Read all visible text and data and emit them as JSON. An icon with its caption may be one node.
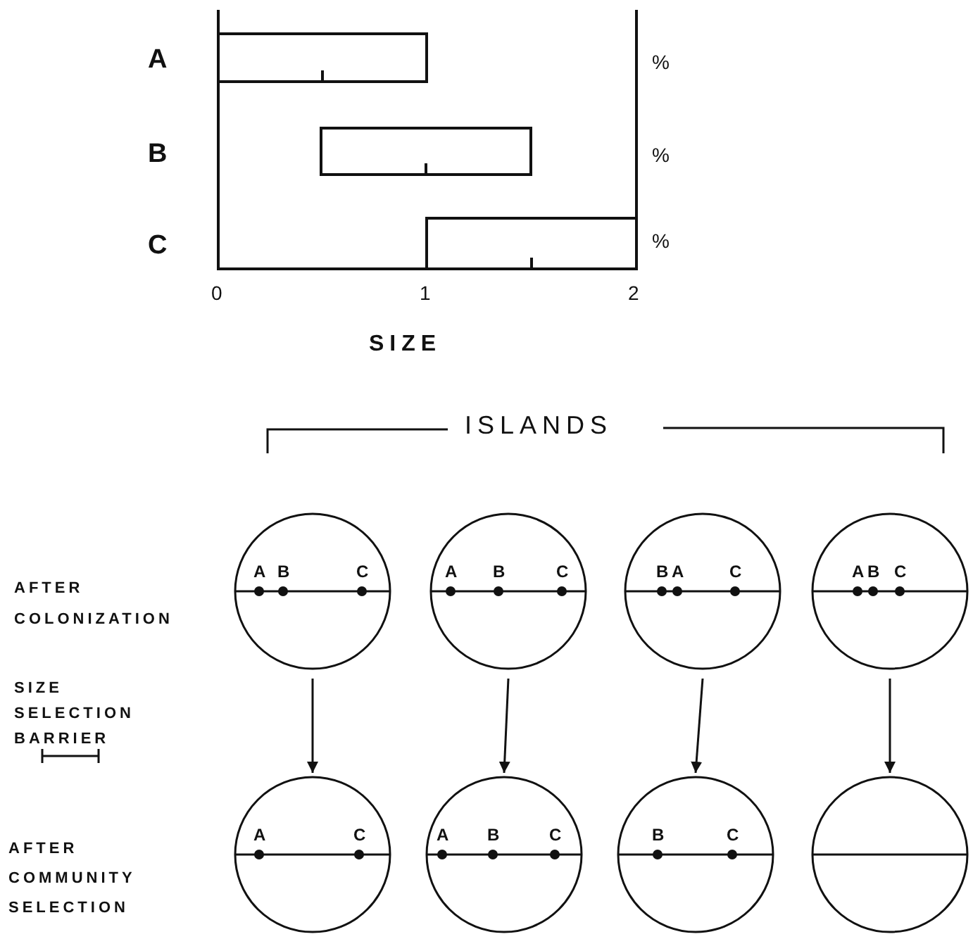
{
  "diagram": {
    "nodes": [
      {
        "text": [
          "A",
          "B",
          "C"
        ]
      },
      {
        "text": [
          "A",
          "B",
          "C"
        ]
      },
      {
        "text": [
          "B",
          "A",
          "C"
        ]
      },
      {
        "text": [
          "A",
          "B",
          "C"
        ]
      },
      {
        "text": [
          "A",
          "C"
        ]
      },
      {
        "text": [
          "A",
          "B",
          "C"
        ]
      },
      {
        "text": [
          "B",
          "C"
        ]
      },
      {
        "text": [],
        "shape": "circle"
      }
    ],
    "edges": [
      {
        "from": 0,
        "to": 4,
        "arrow": "to"
      },
      {
        "from": 1,
        "to": 5,
        "arrow": "to"
      },
      {
        "from": 2,
        "to": 6,
        "arrow": "to"
      },
      {
        "from": 3,
        "to": 7,
        "arrow": "to"
      }
    ],
    "labels": [
      "A",
      "%",
      "B",
      "%",
      "C",
      "%",
      "0",
      "1",
      "2",
      "SIZE",
      "ISLANDS",
      "AFTER COLONIZATION",
      "SIZE SELECTION BARRIER",
      "AFTER COMMUNITY SELECTION"
    ]
  }
}
